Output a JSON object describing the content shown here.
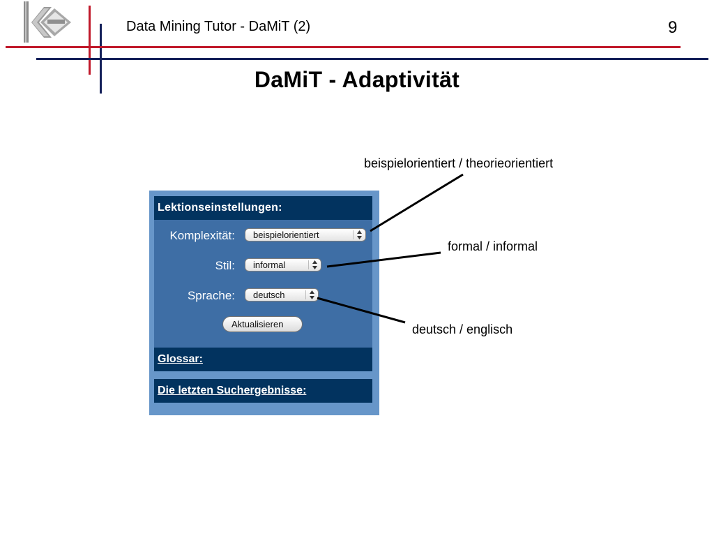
{
  "header": {
    "title": "Data Mining Tutor - DaMiT (2)",
    "page_number": "9"
  },
  "slide": {
    "title": "DaMiT - Adaptivität"
  },
  "colors": {
    "red_rule": "#c0182a",
    "navy_rule": "#14205a",
    "panel_background": "#6796c9",
    "box_background": "#3e6ea5",
    "header_bar": "#02335f"
  },
  "panel": {
    "settings_header": "Lektionseinstellungen:",
    "fields": [
      {
        "label": "Komplexität:",
        "value": "beispielorientiert"
      },
      {
        "label": "Stil:",
        "value": "informal"
      },
      {
        "label": "Sprache:",
        "value": "deutsch"
      }
    ],
    "update_button": "Aktualisieren",
    "glossary_link": "Glossar:",
    "recent_results_link": "Die letzten Suchergebnisse:"
  },
  "callouts": {
    "complexity": "beispielorientiert / theorieorientiert",
    "style": "formal / informal",
    "language": "deutsch / englisch"
  },
  "icons": {
    "logo": "ke-logo",
    "select_arrows": "up-down-arrows-icon"
  }
}
